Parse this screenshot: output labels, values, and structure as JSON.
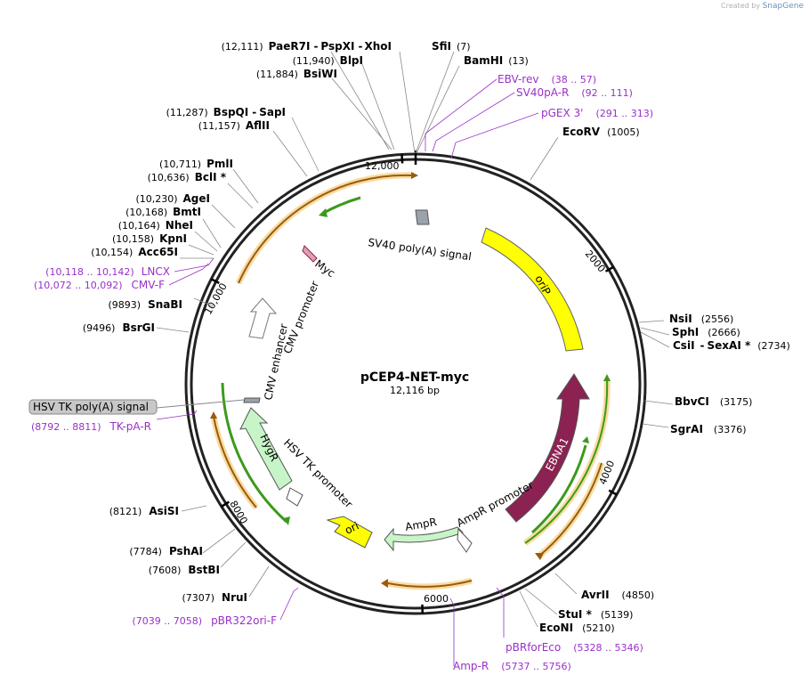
{
  "watermark": {
    "prefix": "Created by",
    "brand": "SnapGene"
  },
  "plasmid": {
    "name": "pCEP4-NET-myc",
    "length": "12,116 bp",
    "total_bp": 12116
  },
  "ticks": [
    {
      "bp": 2000,
      "label": "2000"
    },
    {
      "bp": 4000,
      "label": "4000"
    },
    {
      "bp": 6000,
      "label": "6000"
    },
    {
      "bp": 8000,
      "label": "8000"
    },
    {
      "bp": 10000,
      "label": "10,000"
    },
    {
      "bp": 12000,
      "label": "12,000"
    }
  ],
  "sites": {
    "top_line1": {
      "pos": "(12,111)",
      "names": [
        "PaeR7I",
        "PspXI",
        "XhoI"
      ],
      "sep": "-"
    },
    "sfii": {
      "name": "SfiI",
      "pos": "(7)"
    },
    "blpi": {
      "name": "BlpI",
      "pos": "(11,940)"
    },
    "bamhi": {
      "name": "BamHI",
      "pos": "(13)"
    },
    "bsiwi": {
      "name": "BsiWI",
      "pos": "(11,884)"
    },
    "bspqi": {
      "pos": "(11,287)",
      "names": [
        "BspQI",
        "SapI"
      ],
      "sep": "-"
    },
    "aflii": {
      "name": "AflII",
      "pos": "(11,157)"
    },
    "ecorv": {
      "name": "EcoRV",
      "pos": "(1005)"
    },
    "pmli": {
      "name": "PmlI",
      "pos": "(10,711)"
    },
    "bcli": {
      "name": "BclI *",
      "pos": "(10,636)"
    },
    "agei": {
      "name": "AgeI",
      "pos": "(10,230)"
    },
    "bmti": {
      "name": "BmtI",
      "pos": "(10,168)"
    },
    "nhei": {
      "name": "NheI",
      "pos": "(10,164)"
    },
    "kpni": {
      "name": "KpnI",
      "pos": "(10,158)"
    },
    "acc65i": {
      "name": "Acc65I",
      "pos": "(10,154)"
    },
    "snabi": {
      "name": "SnaBI",
      "pos": "(9893)"
    },
    "bsrgi": {
      "name": "BsrGI",
      "pos": "(9496)"
    },
    "nsii": {
      "name": "NsiI",
      "pos": "(2556)"
    },
    "sphi": {
      "name": "SphI",
      "pos": "(2666)"
    },
    "csii": {
      "names": [
        "CsiI",
        "SexAI *"
      ],
      "sep": "-",
      "pos": "(2734)"
    },
    "bbvci": {
      "name": "BbvCI",
      "pos": "(3175)"
    },
    "sgrai": {
      "name": "SgrAI",
      "pos": "(3376)"
    },
    "asisi": {
      "name": "AsiSI",
      "pos": "(8121)"
    },
    "pshai": {
      "name": "PshAI",
      "pos": "(7784)"
    },
    "bstbi": {
      "name": "BstBI",
      "pos": "(7608)"
    },
    "nrui": {
      "name": "NruI",
      "pos": "(7307)"
    },
    "avrii": {
      "name": "AvrII",
      "pos": "(4850)"
    },
    "stui": {
      "name": "StuI *",
      "pos": "(5139)"
    },
    "econi": {
      "name": "EcoNI",
      "pos": "(5210)"
    }
  },
  "primers": {
    "ebv_rev": {
      "name": "EBV-rev",
      "range": "(38 .. 57)"
    },
    "sv40pa_r": {
      "name": "SV40pA-R",
      "range": "(92 .. 111)"
    },
    "pgex3": {
      "name": "pGEX 3'",
      "range": "(291 .. 313)"
    },
    "lncx": {
      "name": "LNCX",
      "range": "(10,118 .. 10,142)"
    },
    "cmv_f": {
      "name": "CMV-F",
      "range": "(10,072 .. 10,092)"
    },
    "tk_pa_r": {
      "name": "TK-pA-R",
      "range": "(8792 .. 8811)"
    },
    "pbr322ori_f": {
      "name": "pBR322ori-F",
      "range": "(7039 .. 7058)"
    },
    "pbrforeco": {
      "name": "pBRforEco",
      "range": "(5328 .. 5346)"
    },
    "amp_r": {
      "name": "Amp-R",
      "range": "(5737 .. 5756)"
    }
  },
  "features": {
    "sv40": "SV40 poly(A) signal",
    "orip": "oriP",
    "ebna1": "EBNA1",
    "ampr_promoter": "AmpR promoter",
    "ampr": "AmpR",
    "ori": "ori",
    "hsv_tk_promoter": "HSV TK promoter",
    "hygr": "HygR",
    "cmv_enhancer": "CMV enhancer",
    "cmv_promoter": "CMV promoter",
    "myc": "Myc",
    "hsv_tk_polya": "HSV TK poly(A) signal"
  },
  "colors": {
    "orip": "#ffff00",
    "ebna1": "#8b2252",
    "ampr": "#c8f5c8",
    "ori": "#ffff00",
    "hygr": "#c8f5c8",
    "orf_green": "#3c9a1a",
    "orf_brown": "#9a5a10",
    "orf_halo": "#f8dca0",
    "primer": "#9a30c8",
    "polya": "#9aa2aa"
  }
}
